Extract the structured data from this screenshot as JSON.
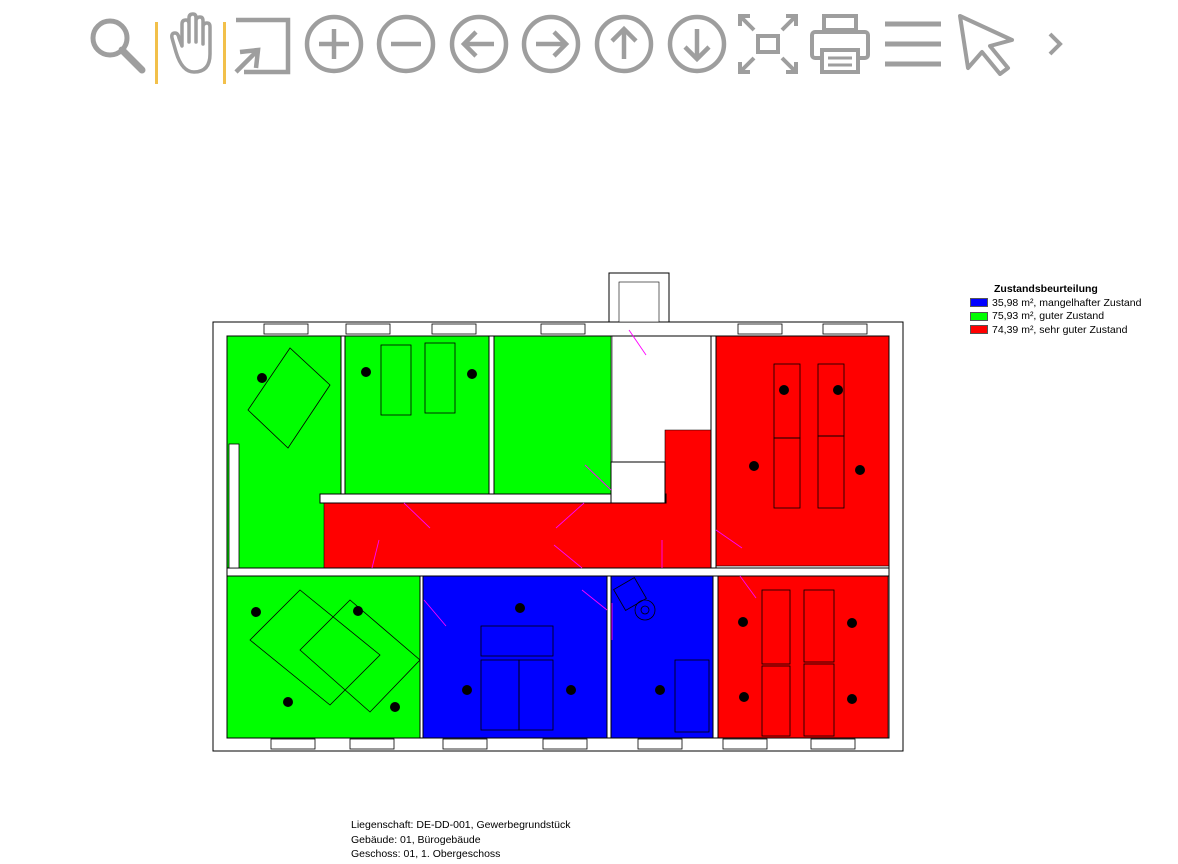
{
  "toolbar": {
    "tools": [
      {
        "id": "search",
        "icon": "search-icon"
      },
      {
        "id": "pan",
        "icon": "hand-icon"
      },
      {
        "id": "zoom-window",
        "icon": "zoom-window-icon"
      },
      {
        "id": "zoom-in",
        "icon": "zoom-in-icon"
      },
      {
        "id": "zoom-out",
        "icon": "zoom-out-icon"
      },
      {
        "id": "pan-left",
        "icon": "arrow-left-icon"
      },
      {
        "id": "pan-right",
        "icon": "arrow-right-icon"
      },
      {
        "id": "pan-up",
        "icon": "arrow-up-icon"
      },
      {
        "id": "pan-down",
        "icon": "arrow-down-icon"
      },
      {
        "id": "fit",
        "icon": "fit-extent-icon"
      },
      {
        "id": "print",
        "icon": "printer-icon"
      },
      {
        "id": "menu",
        "icon": "menu-icon"
      },
      {
        "id": "select",
        "icon": "cursor-icon"
      },
      {
        "id": "more",
        "icon": "chevron-right-icon"
      }
    ],
    "icon_color": "#9e9e9e",
    "separator_color": "#f2c04a"
  },
  "legend": {
    "title": "Zustandsbeurteilung",
    "items": [
      {
        "label": "35,98 m², mangelhafter Zustand",
        "color": "#0000ff"
      },
      {
        "label": "75,93 m², guter Zustand",
        "color": "#00ff00"
      },
      {
        "label": "74,39 m², sehr guter Zustand",
        "color": "#ff0000"
      }
    ]
  },
  "info": {
    "property": "Liegenschaft: DE-DD-001, Gewerbegrundstück",
    "building": "Gebäude: 01, Bürogebäude",
    "floor": "Geschoss: 01, 1. Obergeschoss"
  }
}
